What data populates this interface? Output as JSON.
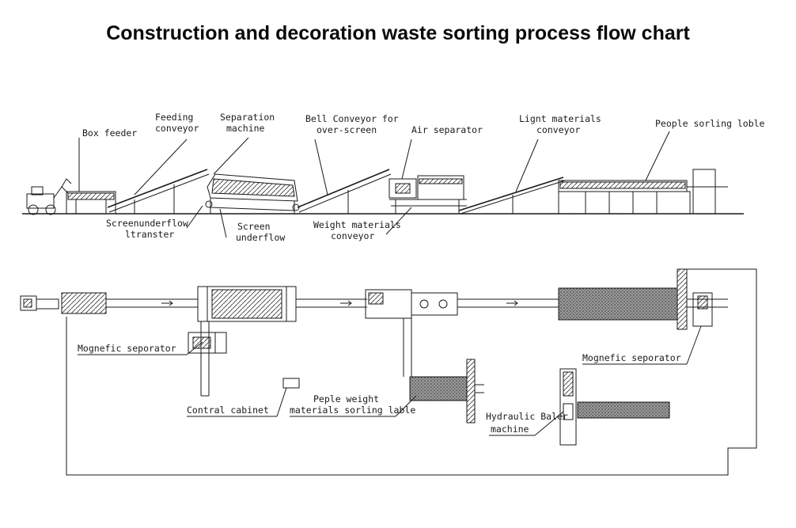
{
  "title": "Construction and decoration waste sorting process flow chart",
  "labels": {
    "box_feeder": "Box feeder",
    "feeding_conveyor_1": "Feeding",
    "feeding_conveyor_2": "conveyor",
    "separation_machine_1": "Separation",
    "separation_machine_2": "machine",
    "bell_conveyor_1": "Bell Conveyor for",
    "bell_conveyor_2": "over-screen",
    "air_separator": "Air separator",
    "light_materials_1": "Lignt materials",
    "light_materials_2": "conveyor",
    "people_sorting_table": "People sorling loble",
    "screenunderflow_1": "Screenunderflow",
    "screenunderflow_2": "ltranster",
    "screen_underflow_1": "Screen",
    "screen_underflow_2": "underflow",
    "weight_materials_1": "Weight materials",
    "weight_materials_2": "conveyor",
    "magnetic_separator_left": "Mognefic seporator",
    "magnetic_separator_right": "Mognefic seporator",
    "control_cabinet": "Contral cabinet",
    "people_weight_1": "Peple weight",
    "people_weight_2": "materials sorling lable",
    "hydraulic_baler_1": "Hydraulic Baler",
    "hydraulic_baler_2": "machine"
  }
}
